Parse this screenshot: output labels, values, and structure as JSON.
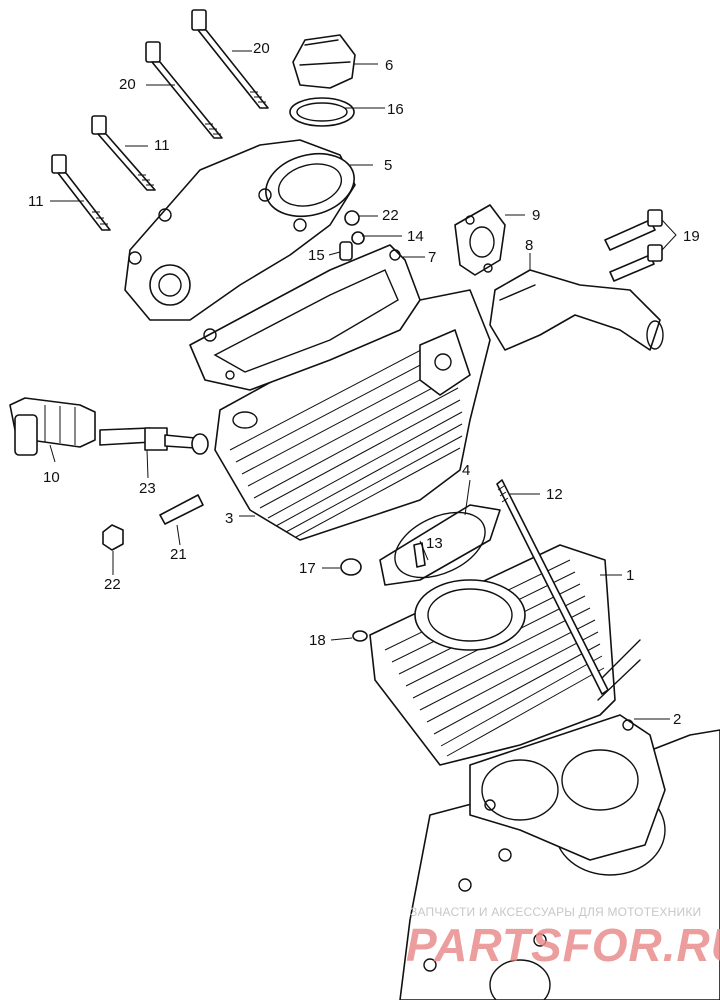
{
  "callouts": {
    "c1": "1",
    "c2": "2",
    "c3": "3",
    "c4": "4",
    "c5": "5",
    "c6": "6",
    "c7": "7",
    "c8": "8",
    "c9": "9",
    "c10": "10",
    "c11a": "11",
    "c11b": "11",
    "c12": "12",
    "c13": "13",
    "c14": "14",
    "c15": "15",
    "c16": "16",
    "c17": "17",
    "c18": "18",
    "c19": "19",
    "c20a": "20",
    "c20b": "20",
    "c21": "21",
    "c22a": "22",
    "c22b": "22",
    "c23": "23"
  },
  "watermark": {
    "subtitle": "ЗАПЧАСТИ И АКСЕССУАРЫ ДЛЯ МОТОТЕХНИКИ",
    "brand": "PARTSFOR.RU"
  }
}
